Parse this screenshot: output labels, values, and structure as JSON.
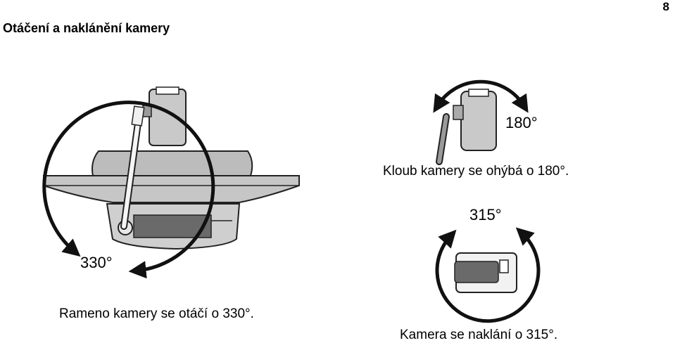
{
  "page": {
    "title": "Otáčení a naklánění kamery",
    "page_number": "8"
  },
  "figures": {
    "arm": {
      "degrees": "330°",
      "caption": "Rameno kamery se otáčí o 330°."
    },
    "joint": {
      "degrees": "180°",
      "caption": "Kloub kamery se ohýbá o 180°."
    },
    "tilt": {
      "degrees": "315°",
      "caption": "Kamera se naklání o 315°."
    }
  }
}
